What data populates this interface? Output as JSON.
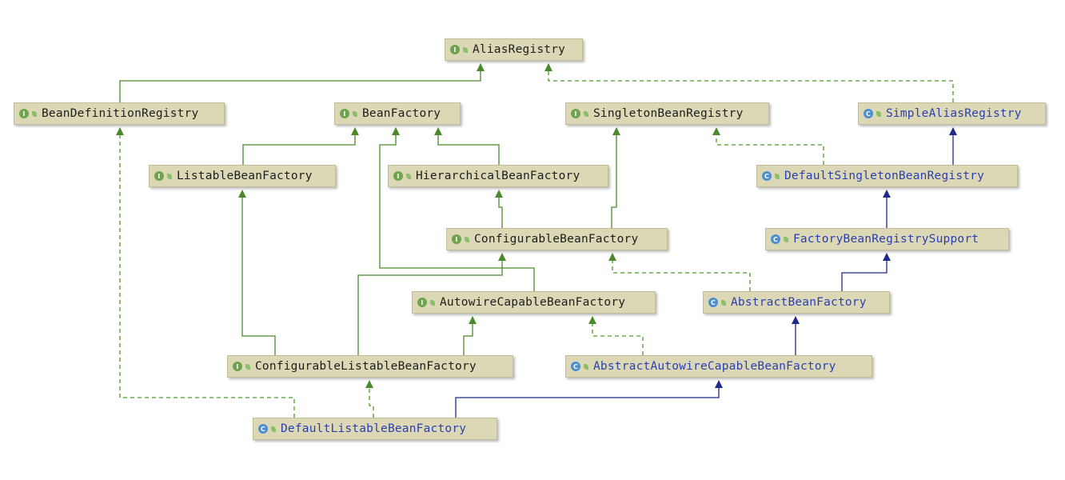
{
  "nodes": [
    {
      "id": "AliasRegistry",
      "label": "AliasRegistry",
      "kind": "interface",
      "badge": "I"
    },
    {
      "id": "BeanDefinitionRegistry",
      "label": "BeanDefinitionRegistry",
      "kind": "interface",
      "badge": "I"
    },
    {
      "id": "BeanFactory",
      "label": "BeanFactory",
      "kind": "interface",
      "badge": "I"
    },
    {
      "id": "SingletonBeanRegistry",
      "label": "SingletonBeanRegistry",
      "kind": "interface",
      "badge": "I"
    },
    {
      "id": "SimpleAliasRegistry",
      "label": "SimpleAliasRegistry",
      "kind": "class",
      "badge": "C"
    },
    {
      "id": "ListableBeanFactory",
      "label": "ListableBeanFactory",
      "kind": "interface",
      "badge": "I"
    },
    {
      "id": "HierarchicalBeanFactory",
      "label": "HierarchicalBeanFactory",
      "kind": "interface",
      "badge": "I"
    },
    {
      "id": "DefaultSingletonBeanRegistry",
      "label": "DefaultSingletonBeanRegistry",
      "kind": "class",
      "badge": "C"
    },
    {
      "id": "ConfigurableBeanFactory",
      "label": "ConfigurableBeanFactory",
      "kind": "interface",
      "badge": "I"
    },
    {
      "id": "FactoryBeanRegistrySupport",
      "label": "FactoryBeanRegistrySupport",
      "kind": "class",
      "badge": "C"
    },
    {
      "id": "AutowireCapableBeanFactory",
      "label": "AutowireCapableBeanFactory",
      "kind": "interface",
      "badge": "I"
    },
    {
      "id": "AbstractBeanFactory",
      "label": "AbstractBeanFactory",
      "kind": "class",
      "badge": "C"
    },
    {
      "id": "ConfigurableListableBeanFactory",
      "label": "ConfigurableListableBeanFactory",
      "kind": "interface",
      "badge": "I"
    },
    {
      "id": "AbstractAutowireCapableBeanFactory",
      "label": "AbstractAutowireCapableBeanFactory",
      "kind": "class",
      "badge": "C"
    },
    {
      "id": "DefaultListableBeanFactory",
      "label": "DefaultListableBeanFactory",
      "kind": "class",
      "badge": "C"
    }
  ],
  "edges": [
    {
      "from": "BeanDefinitionRegistry",
      "to": "AliasRegistry",
      "relation": "interface-extends"
    },
    {
      "from": "SimpleAliasRegistry",
      "to": "AliasRegistry",
      "relation": "implements"
    },
    {
      "from": "ListableBeanFactory",
      "to": "BeanFactory",
      "relation": "interface-extends"
    },
    {
      "from": "HierarchicalBeanFactory",
      "to": "BeanFactory",
      "relation": "interface-extends"
    },
    {
      "from": "AutowireCapableBeanFactory",
      "to": "BeanFactory",
      "relation": "interface-extends"
    },
    {
      "from": "DefaultSingletonBeanRegistry",
      "to": "SingletonBeanRegistry",
      "relation": "implements"
    },
    {
      "from": "DefaultSingletonBeanRegistry",
      "to": "SimpleAliasRegistry",
      "relation": "class-extends"
    },
    {
      "from": "ConfigurableBeanFactory",
      "to": "HierarchicalBeanFactory",
      "relation": "interface-extends"
    },
    {
      "from": "ConfigurableBeanFactory",
      "to": "SingletonBeanRegistry",
      "relation": "interface-extends"
    },
    {
      "from": "FactoryBeanRegistrySupport",
      "to": "DefaultSingletonBeanRegistry",
      "relation": "class-extends"
    },
    {
      "from": "AbstractBeanFactory",
      "to": "ConfigurableBeanFactory",
      "relation": "implements"
    },
    {
      "from": "AbstractBeanFactory",
      "to": "FactoryBeanRegistrySupport",
      "relation": "class-extends"
    },
    {
      "from": "ConfigurableListableBeanFactory",
      "to": "ListableBeanFactory",
      "relation": "interface-extends"
    },
    {
      "from": "ConfigurableListableBeanFactory",
      "to": "ConfigurableBeanFactory",
      "relation": "interface-extends"
    },
    {
      "from": "ConfigurableListableBeanFactory",
      "to": "AutowireCapableBeanFactory",
      "relation": "interface-extends"
    },
    {
      "from": "AbstractAutowireCapableBeanFactory",
      "to": "AutowireCapableBeanFactory",
      "relation": "implements"
    },
    {
      "from": "AbstractAutowireCapableBeanFactory",
      "to": "AbstractBeanFactory",
      "relation": "class-extends"
    },
    {
      "from": "DefaultListableBeanFactory",
      "to": "ConfigurableListableBeanFactory",
      "relation": "implements"
    },
    {
      "from": "DefaultListableBeanFactory",
      "to": "BeanDefinitionRegistry",
      "relation": "implements"
    },
    {
      "from": "DefaultListableBeanFactory",
      "to": "AbstractAutowireCapableBeanFactory",
      "relation": "class-extends"
    }
  ],
  "colors": {
    "interface_extends": "#4a8a2b",
    "implements": "#4a9a2b",
    "class_extends": "#1f2a8c",
    "node_fill": "#dcd8b6",
    "interface_text": "#1d1d1d",
    "class_text": "#2a3fb0"
  }
}
